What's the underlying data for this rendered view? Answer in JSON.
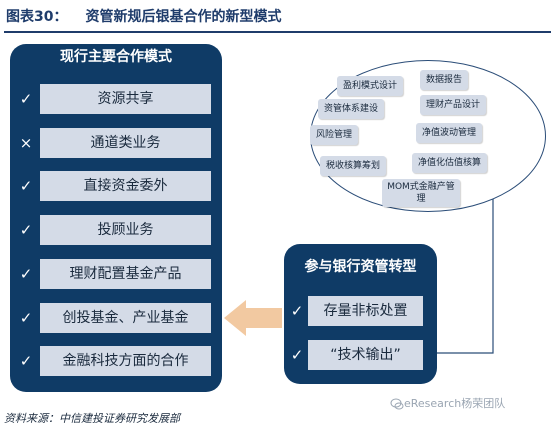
{
  "header": {
    "label": "图表30：",
    "title": "资管新规后银基合作的新型模式"
  },
  "left_panel": {
    "title": "现行主要合作模式",
    "items": [
      {
        "label": "资源共享",
        "mark": "✓"
      },
      {
        "label": "通道类业务",
        "mark": "×"
      },
      {
        "label": "直接资金委外",
        "mark": "✓"
      },
      {
        "label": "投顾业务",
        "mark": "✓"
      },
      {
        "label": "理财配置基金产品",
        "mark": "✓"
      },
      {
        "label": "创投基金、产业基金",
        "mark": "✓"
      },
      {
        "label": "金融科技方面的合作",
        "mark": "✓"
      }
    ]
  },
  "right_panel": {
    "title": "参与银行资管转型",
    "items": [
      {
        "label": "存量非标处置",
        "mark": "✓"
      },
      {
        "label": "“技术输出”",
        "mark": "✓"
      }
    ]
  },
  "bubble": {
    "tags": [
      "盈利模式设计",
      "数据报告",
      "资管体系建设",
      "理财产品设计",
      "风险管理",
      "净值波动管理",
      "税收核算筹划",
      "净值化估值核算",
      "MOM式金融产管理"
    ]
  },
  "footer": {
    "source": "资料来源：中信建投证券研究发展部",
    "watermark": "eResearch杨荣团队"
  },
  "colors": {
    "panel": "#0f3b66",
    "item": "#d4dbe7",
    "arrow": "#f2c9a1",
    "connector": "#2b4d78"
  }
}
